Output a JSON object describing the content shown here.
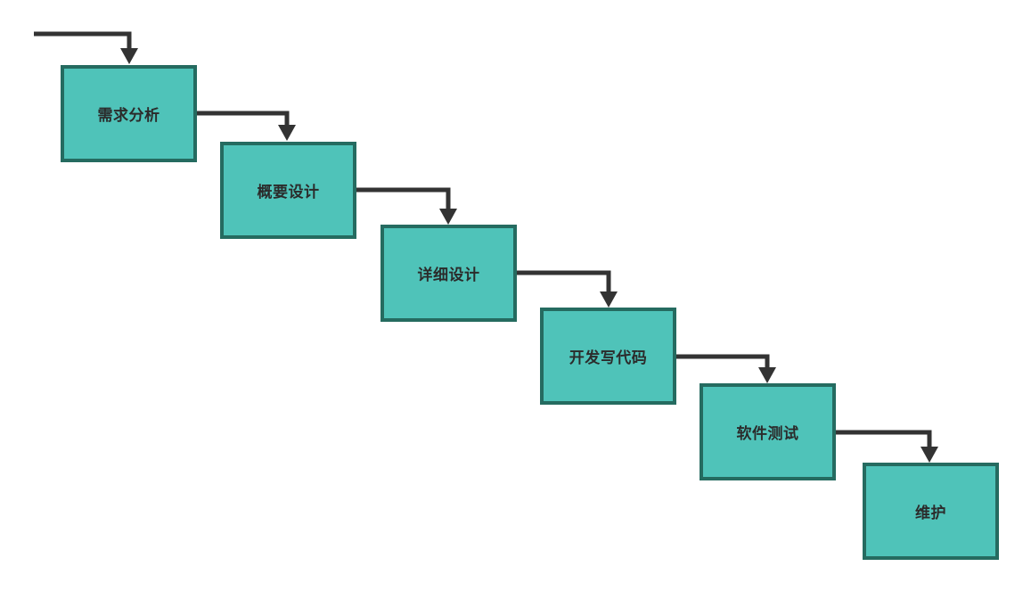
{
  "colors": {
    "box_fill": "#4fc3b9",
    "box_border": "#256b60",
    "arrow": "#333333",
    "label": "#2b2b2b",
    "background": "#ffffff"
  },
  "stages": [
    {
      "label": "需求分析"
    },
    {
      "label": "概要设计"
    },
    {
      "label": "详细设计"
    },
    {
      "label": "开发写代码"
    },
    {
      "label": "软件测试"
    },
    {
      "label": "维护"
    }
  ]
}
